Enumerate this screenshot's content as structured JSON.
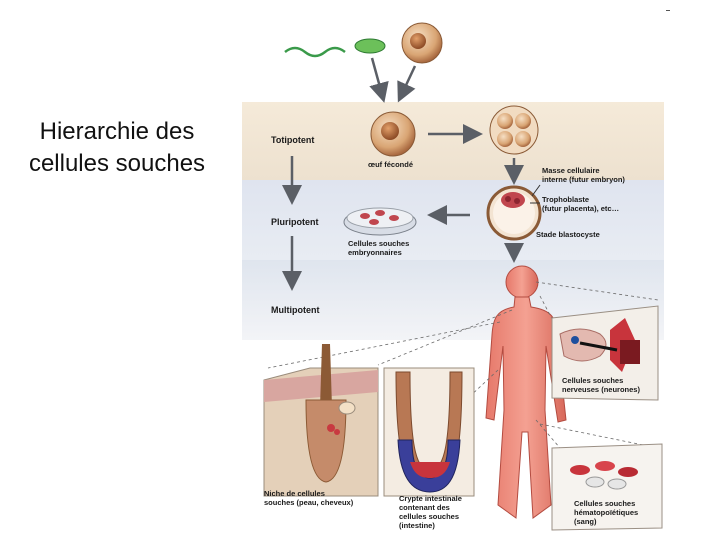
{
  "slide": {
    "title": "Hierarchie des cellules souches"
  },
  "diagram": {
    "stages": {
      "totipotent": "Totipotent",
      "pluripotent": "Pluripotent",
      "multipotent": "Multipotent"
    },
    "labels": {
      "fertilized_egg": "œuf fécondé",
      "inner_mass": "Masse cellulaire\ninterne (futur embryon)",
      "trophoblast": "Trophoblaste\n(futur placenta), etc…",
      "blastocyst": "Stade blastocyste",
      "embryonic_cells": "Cellules souches\nembryonnaires",
      "neural_cells": "Cellules souches\nnerveuses (neurones)",
      "skin_niche": "Niche de cellules\nsouches (peau, cheveux)",
      "intestinal_crypt": "Crypte intestinale\ncontenant des\ncellules souches\n(intestine)",
      "blood_cells": "Cellules souches\nhématopoïétiques\n(sang)"
    }
  },
  "colors": {
    "band_top": "#f2e6d4",
    "band_mid": "#dde3ef",
    "band_low": "#e3e8f0",
    "cell": "#c98a5c",
    "body": "#e88a78",
    "embryo_red": "#b8303a",
    "skin": "#e2c9b0",
    "arrow": "#5b5f66"
  }
}
